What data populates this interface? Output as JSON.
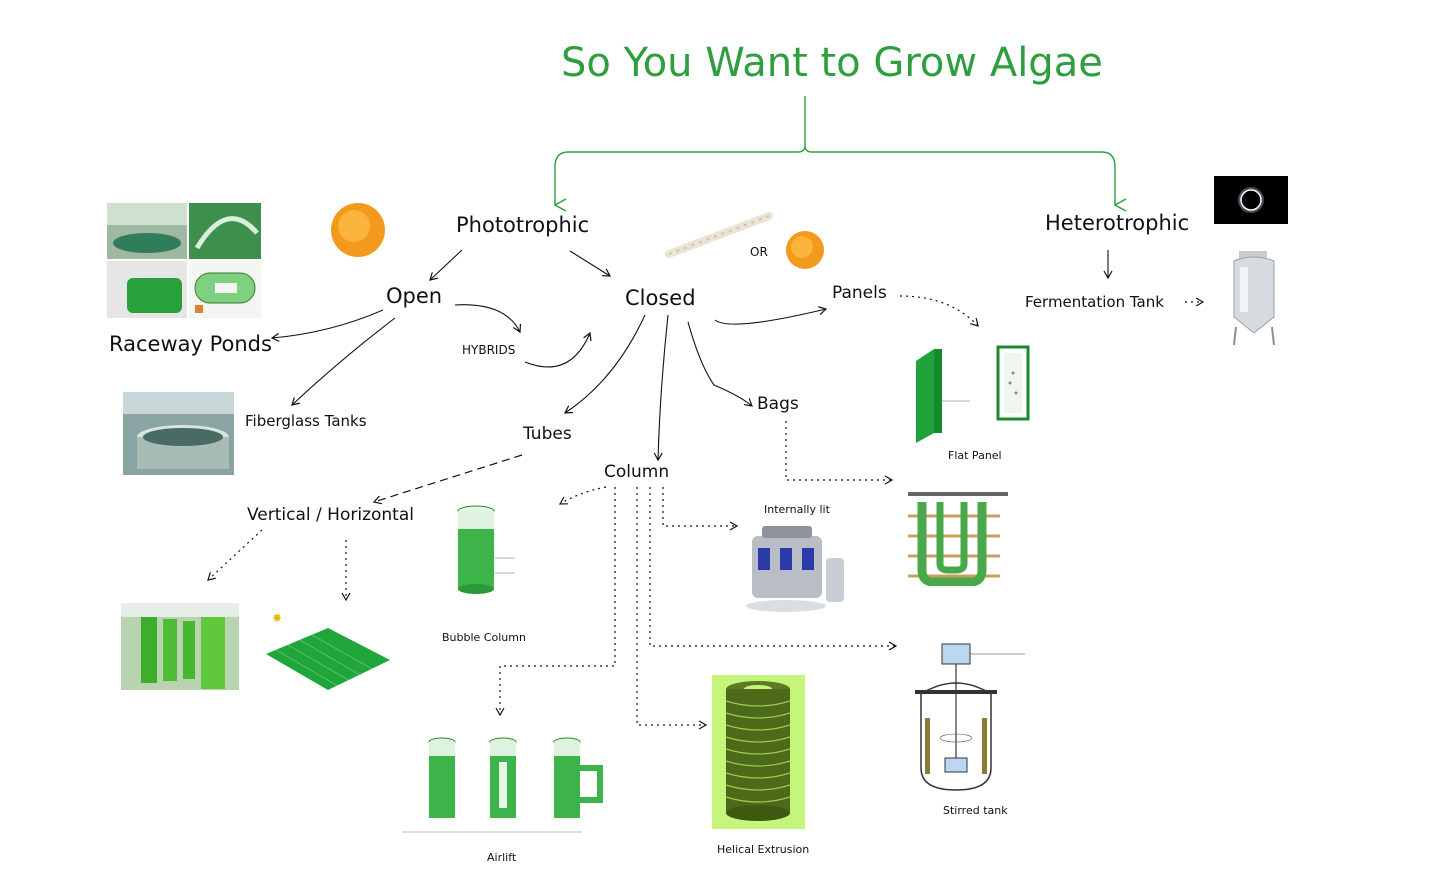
{
  "title": "So You Want to Grow Algae",
  "nodes": {
    "phototrophic": "Phototrophic",
    "heterotrophic": "Heterotrophic",
    "open": "Open",
    "closed": "Closed",
    "hybrids": "HYBRIDS",
    "or": "OR",
    "raceway_ponds": "Raceway Ponds",
    "fiberglass_tanks": "Fiberglass Tanks",
    "panels": "Panels",
    "fermentation_tank": "Fermentation Tank",
    "tubes": "Tubes",
    "bags": "Bags",
    "column": "Column",
    "vertical_horizontal": "Vertical / Horizontal"
  },
  "captions": {
    "flat_panel": "Flat Panel",
    "internally_lit": "Internally lit",
    "bubble_column": "Bubble Column",
    "airlift": "Airlift",
    "helical_extrusion": "Helical Extrusion",
    "stirred_tank": "Stirred tank"
  },
  "colors": {
    "title_green": "#2e9e3e",
    "algae_green": "#3ca83c",
    "sun_orange": "#f39a1c",
    "helical_bg": "#c6f57c"
  },
  "icons": {
    "sun": "sun-icon",
    "eclipse": "eclipse-icon",
    "led_strip": "led-strip-icon"
  }
}
